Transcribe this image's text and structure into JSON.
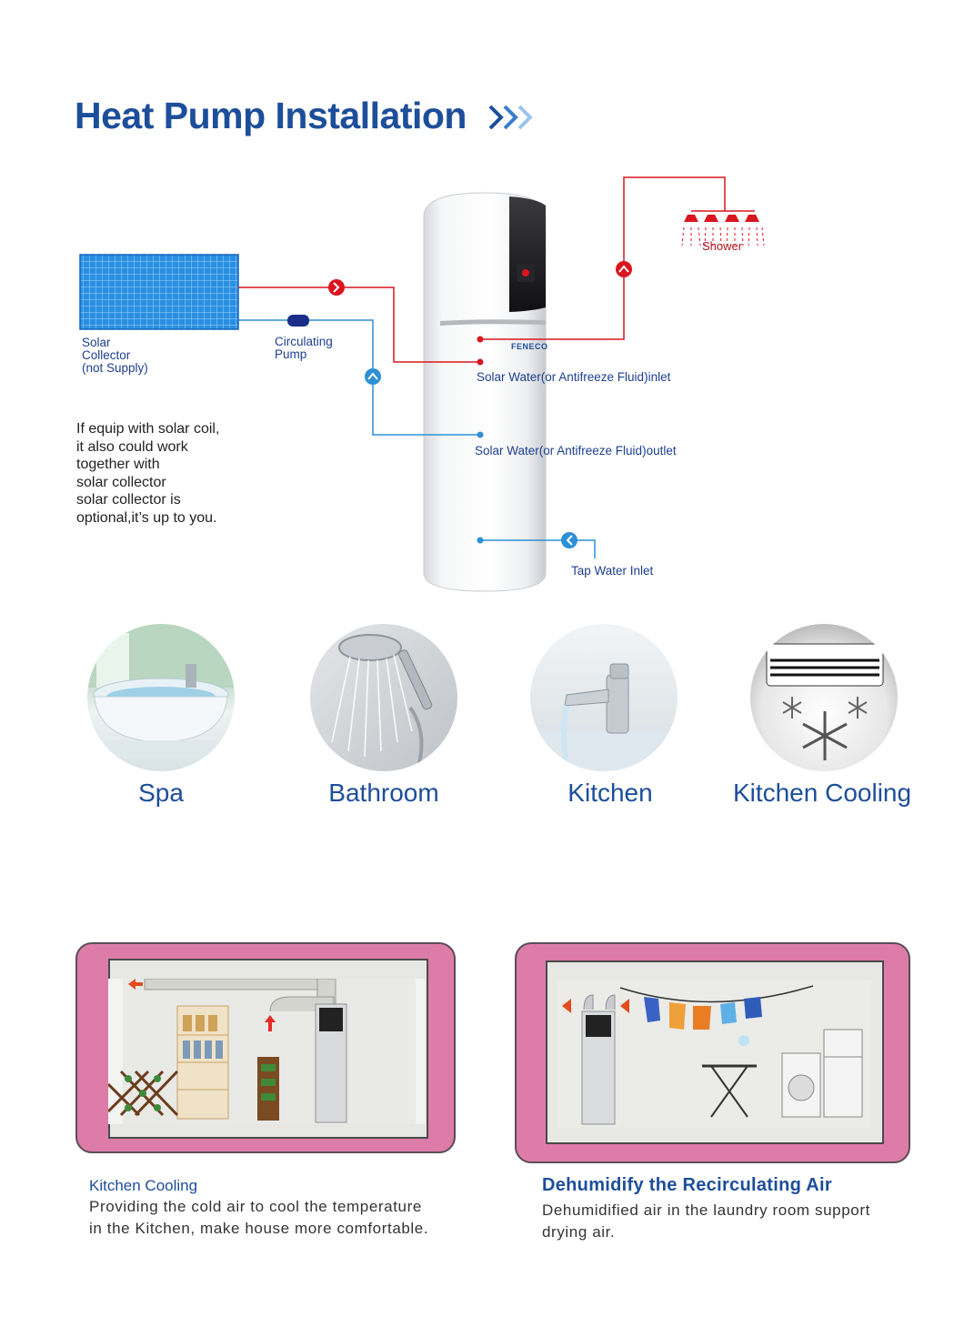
{
  "header": {
    "title": "Heat Pump Installation"
  },
  "diagram": {
    "brand": "FENECO",
    "shower_label": "Shower",
    "solar_collector_label": [
      "Solar",
      "Collector",
      "(not Supply)"
    ],
    "circulating_pump_label": [
      "Circulating",
      "Pump"
    ],
    "solar_inlet_label": "Solar Water(or Antifreeze Fluid)inlet",
    "solar_outlet_label": "Solar Water(or Antifreeze Fluid)outlet",
    "tap_water_label": "Tap Water Inlet",
    "note_lines": [
      "If equip with solar coil,",
      "it also could work",
      "together with",
      "solar collector",
      "solar collector is",
      "optional,it’s up to you."
    ],
    "colors": {
      "hot_line": "#d9161f",
      "cold_line": "#2d8fd6",
      "title": "#1d4e9a"
    }
  },
  "applications": [
    {
      "label": "Spa",
      "icon": "bathtub-icon"
    },
    {
      "label": "Bathroom",
      "icon": "shower-head-icon"
    },
    {
      "label": "Kitchen",
      "icon": "faucet-icon"
    },
    {
      "label": "Kitchen Cooling",
      "icon": "air-conditioner-icon"
    }
  ],
  "panels": [
    {
      "title": "Kitchen Cooling",
      "body_lines": [
        "Providing the cold air to cool the temperature",
        "in the Kitchen, make house more comfortable."
      ]
    },
    {
      "title": "Dehumidify the Recirculating Air",
      "body_lines": [
        "Dehumidified air in the laundry room support",
        "drying air."
      ]
    }
  ]
}
